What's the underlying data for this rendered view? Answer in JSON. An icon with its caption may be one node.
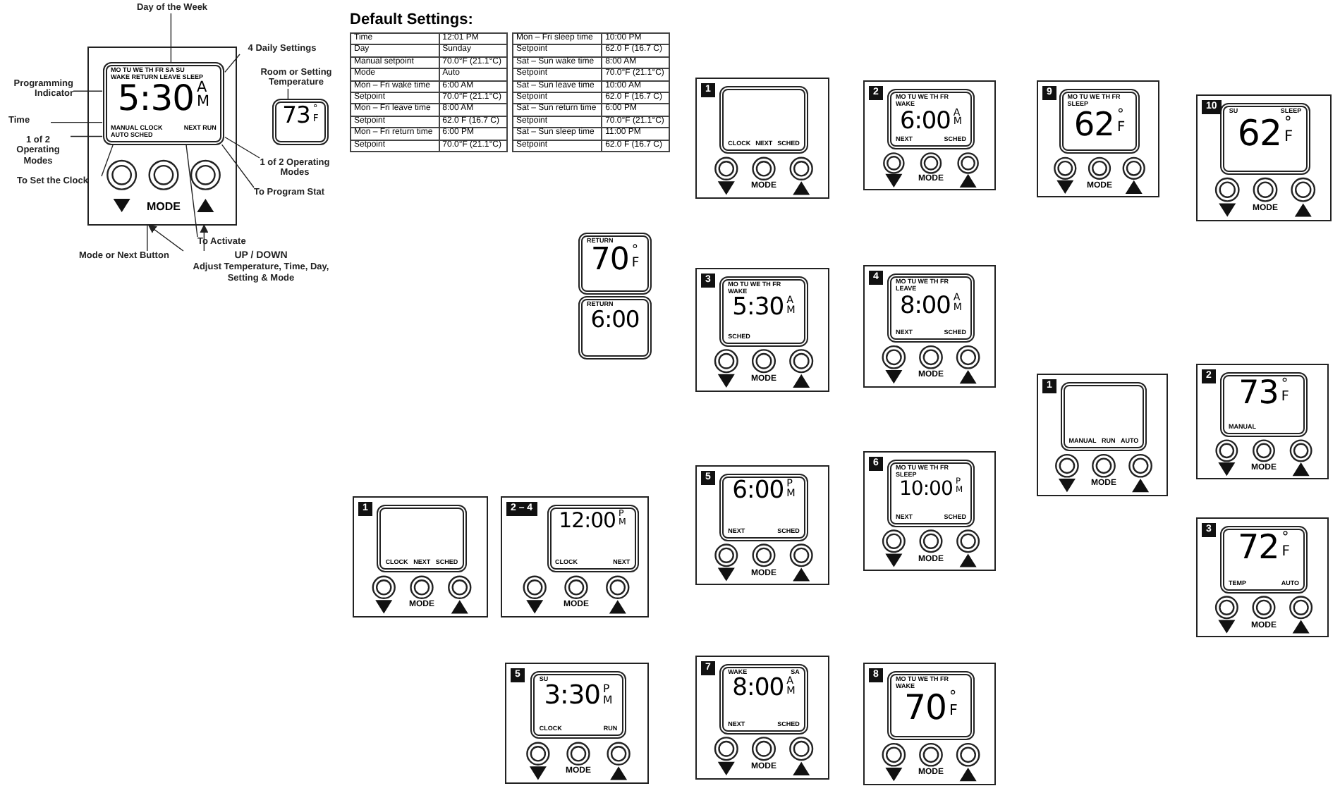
{
  "diagram": {
    "nodes": [
      {
        "text": [
          "Day of the Week"
        ]
      },
      {
        "text": [
          "4 Daily Settings"
        ]
      },
      {
        "text": [
          "Programming Indicator"
        ]
      },
      {
        "text": [
          "Room or Setting Temperature"
        ]
      },
      {
        "text": [
          "MODE"
        ]
      },
      {
        "text": [
          "MO TU WE TH FR SA SU",
          "WAKE RETURN LEAVE SLEEP",
          "5:30",
          "AM",
          "MANUAL CLOCK",
          "NEXT RUN",
          "AUTO SCHED"
        ],
        "in": 4
      },
      {
        "text": [
          "73",
          "°F"
        ]
      },
      {
        "text": [
          "Time"
        ]
      },
      {
        "text": [
          "1 of 2 Operating Modes"
        ]
      },
      {
        "text": [
          "1 of 2 Operating Modes"
        ]
      },
      {
        "text": [
          "To Set the Clock"
        ]
      },
      {
        "text": [
          "To Program Stat"
        ]
      },
      {
        "text": [
          "Mode or Next Button"
        ]
      },
      {
        "text": [
          "To Activate"
        ]
      },
      {
        "text": [
          "UP / DOWN",
          "Adjust Temperature, Time, Day, Setting & Mode"
        ]
      },
      {
        "text": [
          "MODE"
        ]
      },
      {
        "text": [
          "1"
        ],
        "in": 15
      },
      {
        "text": [
          "CLOCK",
          "NEXT",
          "SCHED"
        ],
        "in": 15
      },
      {
        "text": [
          "MODE"
        ]
      },
      {
        "text": [
          "2"
        ],
        "in": 18
      },
      {
        "text": [
          "MO TU WE TH FR",
          "WAKE",
          "6:00",
          "AM",
          "NEXT",
          "SCHED"
        ],
        "in": 18
      },
      {
        "text": [
          "MODE"
        ]
      },
      {
        "text": [
          "9"
        ],
        "in": 21
      },
      {
        "text": [
          "MO TU WE TH FR",
          "SLEEP",
          "62",
          "°F"
        ],
        "in": 21
      },
      {
        "text": [
          "MODE"
        ]
      },
      {
        "text": [
          "10"
        ],
        "in": 24
      },
      {
        "text": [
          "SU",
          "SLEEP",
          "62",
          "°F"
        ],
        "in": 24
      },
      {
        "text": [
          "RETURN",
          "70",
          "°F"
        ]
      },
      {
        "text": [
          "RETURN",
          "6:00"
        ]
      },
      {
        "text": [
          "MODE"
        ]
      },
      {
        "text": [
          "3"
        ],
        "in": 29
      },
      {
        "text": [
          "MO TU WE TH FR",
          "WAKE",
          "5:30",
          "AM",
          "SCHED"
        ],
        "in": 29
      },
      {
        "text": [
          "MODE"
        ]
      },
      {
        "text": [
          "4"
        ],
        "in": 32
      },
      {
        "text": [
          "MO TU WE TH FR",
          "LEAVE",
          "8:00",
          "AM",
          "NEXT",
          "SCHED"
        ],
        "in": 32
      },
      {
        "text": [
          "MODE"
        ]
      },
      {
        "text": [
          "1"
        ],
        "in": 35
      },
      {
        "text": [
          "MANUAL",
          "RUN",
          "AUTO"
        ],
        "in": 35
      },
      {
        "text": [
          "MODE"
        ]
      },
      {
        "text": [
          "2"
        ],
        "in": 38
      },
      {
        "text": [
          "73",
          "°F",
          "MANUAL"
        ],
        "in": 38
      },
      {
        "text": [
          "MODE"
        ]
      },
      {
        "text": [
          "1"
        ],
        "in": 41
      },
      {
        "text": [
          "CLOCK",
          "NEXT",
          "SCHED"
        ],
        "in": 41
      },
      {
        "text": [
          "MODE"
        ]
      },
      {
        "text": [
          "2 – 4"
        ],
        "in": 44
      },
      {
        "text": [
          "12:00",
          "PM",
          "CLOCK",
          "NEXT"
        ],
        "in": 44
      },
      {
        "text": [
          "MODE"
        ]
      },
      {
        "text": [
          "5"
        ],
        "in": 47
      },
      {
        "text": [
          "6:00",
          "PM",
          "NEXT",
          "SCHED"
        ],
        "in": 47
      },
      {
        "text": [
          "MODE"
        ]
      },
      {
        "text": [
          "6"
        ],
        "in": 50
      },
      {
        "text": [
          "MO TU WE TH FR",
          "SLEEP",
          "10:00",
          "PM",
          "NEXT",
          "SCHED"
        ],
        "in": 50
      },
      {
        "text": [
          "MODE"
        ]
      },
      {
        "text": [
          "3"
        ],
        "in": 53
      },
      {
        "text": [
          "72",
          "°F",
          "TEMP",
          "AUTO"
        ],
        "in": 53
      },
      {
        "text": [
          "MODE"
        ]
      },
      {
        "text": [
          "5"
        ],
        "in": 56
      },
      {
        "text": [
          "SU",
          "3:30",
          "PM",
          "CLOCK",
          "RUN"
        ],
        "in": 56
      },
      {
        "text": [
          "MODE"
        ]
      },
      {
        "text": [
          "7"
        ],
        "in": 59
      },
      {
        "text": [
          "WAKE",
          "SA",
          "8:00",
          "AM",
          "NEXT",
          "SCHED"
        ],
        "in": 59
      },
      {
        "text": [
          "MODE"
        ]
      },
      {
        "text": [
          "8"
        ],
        "in": 62
      },
      {
        "text": [
          "MO TU WE TH FR",
          "WAKE",
          "70",
          "°F"
        ],
        "in": 62
      }
    ],
    "edges": [
      {
        "from": 0,
        "to": 5,
        "arrow": "none"
      },
      {
        "from": 1,
        "to": 5,
        "arrow": "none"
      },
      {
        "from": 2,
        "to": 5,
        "arrow": "none"
      },
      {
        "from": 3,
        "to": 6,
        "arrow": "none"
      },
      {
        "from": 7,
        "to": 5,
        "arrow": "none"
      },
      {
        "from": 8,
        "to": 5,
        "arrow": "none"
      },
      {
        "from": 9,
        "to": 5,
        "arrow": "none"
      },
      {
        "from": 10,
        "to": 5,
        "arrow": "none"
      },
      {
        "from": 11,
        "to": 5,
        "arrow": "none"
      },
      {
        "from": 12,
        "to": 4,
        "arrow": "none"
      },
      {
        "from": 13,
        "to": 5,
        "arrow": "none"
      },
      {
        "from": 14,
        "to": 4,
        "arrow": "to"
      },
      {
        "from": 14,
        "to": 4,
        "arrow": "to"
      }
    ],
    "labels": [
      "Default Settings:",
      "Time",
      "12:01 PM",
      "Day",
      "Sunday",
      "Manual setpoint",
      "70.0°F (21.1°C)",
      "Mode",
      "Auto",
      "Mon – Fri wake time",
      "6:00 AM",
      "Setpoint",
      "70.0°F (21.1°C)",
      "Mon – Fri leave time",
      "8:00 AM",
      "Setpoint",
      "62.0 F (16.7 C)",
      "Mon – Fri return time",
      "6:00 PM",
      "Setpoint",
      "70.0°F (21.1°C)",
      "Mon – Fri sleep time",
      "10:00 PM",
      "Setpoint",
      "62.0 F (16.7 C)",
      "Sat – Sun wake time",
      "8:00 AM",
      "Setpoint",
      "70.0°F (21.1°C)",
      "Sat – Sun leave time",
      "10:00 AM",
      "Setpoint",
      "62.0 F (16.7 C)",
      "Sat – Sun return time",
      "6:00 PM",
      "Setpoint",
      "70.0°F (21.1°C)",
      "Sat – Sun sleep time",
      "11:00 PM",
      "Setpoint",
      "62.0 F (16.7 C)"
    ]
  }
}
